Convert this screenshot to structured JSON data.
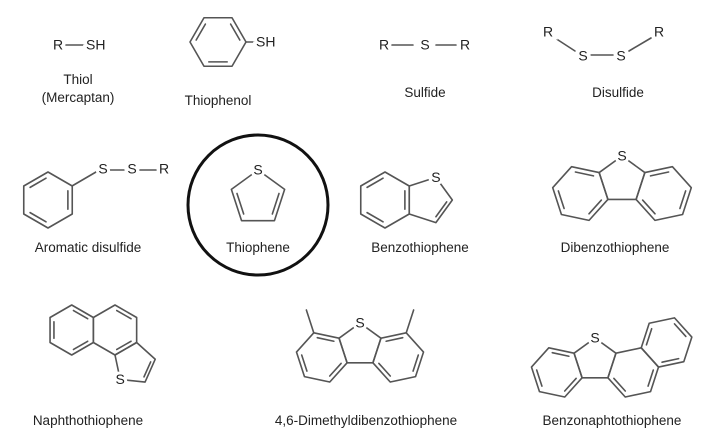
{
  "molecules": {
    "thiol": {
      "name": "Thiol",
      "alt_name": "(Mercaptan)",
      "atoms": [
        "R",
        "SH"
      ]
    },
    "thiophenol": {
      "name": "Thiophenol",
      "atoms": [
        "SH"
      ]
    },
    "sulfide": {
      "name": "Sulfide",
      "atoms": [
        "R",
        "S",
        "R"
      ]
    },
    "disulfide": {
      "name": "Disulfide",
      "atoms": [
        "R",
        "S",
        "S",
        "R"
      ]
    },
    "aromatic_disulfide": {
      "name": "Aromatic disulfide",
      "atoms": [
        "S",
        "S",
        "R"
      ]
    },
    "thiophene": {
      "name": "Thiophene",
      "atoms": [
        "S"
      ],
      "highlighted": true
    },
    "benzothiophene": {
      "name": "Benzothiophene",
      "atoms": [
        "S"
      ]
    },
    "dibenzothiophene": {
      "name": "Dibenzothiophene",
      "atoms": [
        "S"
      ]
    },
    "naphthothiophene": {
      "name": "Naphthothiophene",
      "atoms": [
        "S"
      ]
    },
    "dimethyldibenzothiophene": {
      "name": "4,6-Dimethyldibenzothiophene",
      "atoms": [
        "S"
      ]
    },
    "benzonaphtothiophene": {
      "name": "Benzonaphtothiophene",
      "atoms": [
        "S"
      ]
    }
  },
  "colors": {
    "bond": "#555555",
    "text": "#222222",
    "highlight_circle": "#111111"
  }
}
